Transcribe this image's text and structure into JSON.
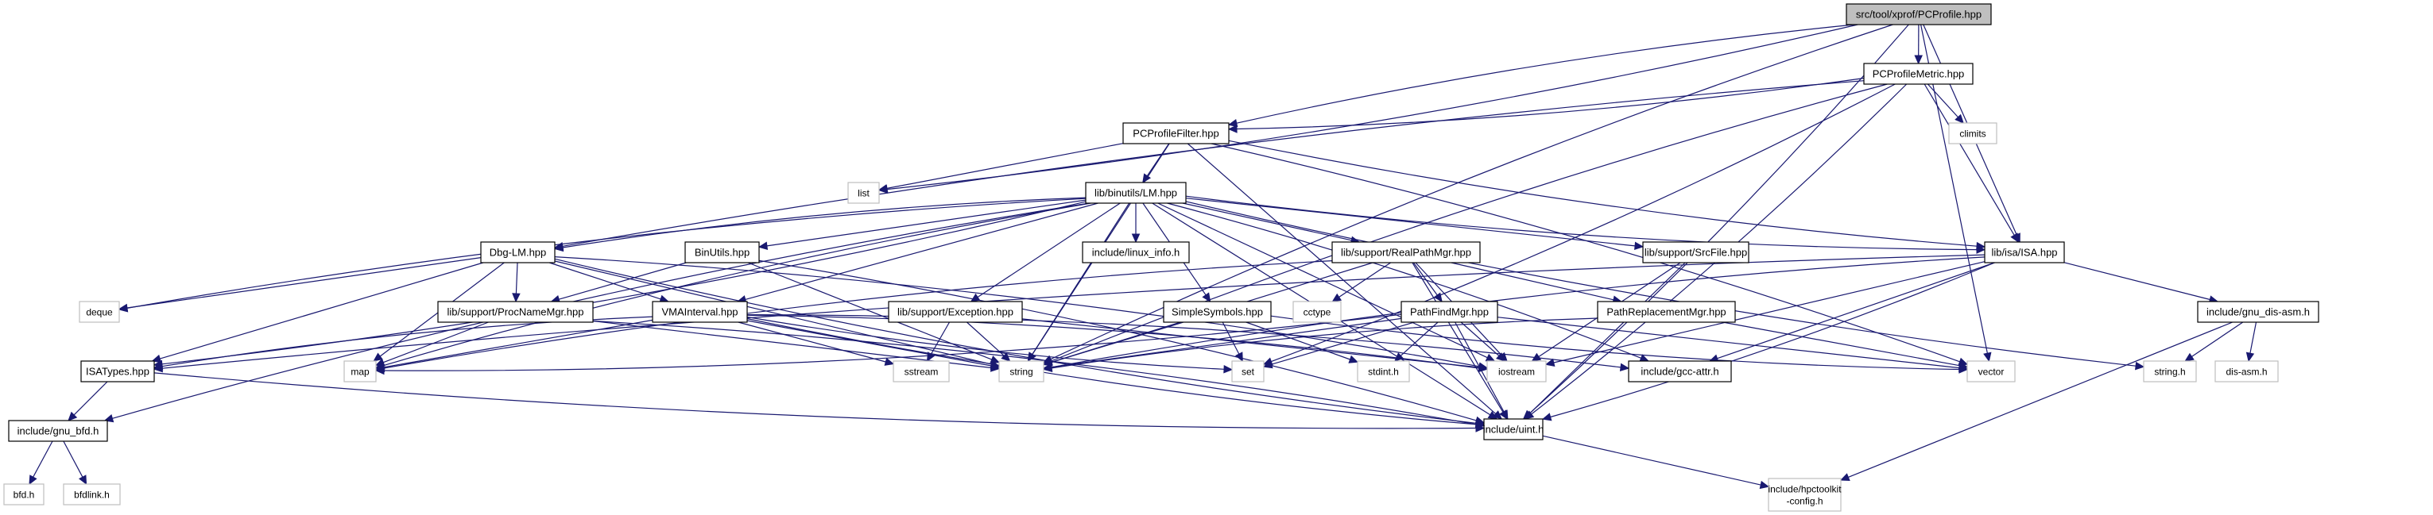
{
  "diagram": {
    "title": "Include dependency graph for src/tool/xprof/PCProfile.hpp",
    "colors": {
      "edge": "#191970",
      "root_fill": "#bfbfbf",
      "local_border": "#000000",
      "system_border": "#bfbfbf"
    },
    "nodes": [
      {
        "id": "pcprofile",
        "label": "src/tool/xprof/PCProfile.hpp",
        "kind": "root"
      },
      {
        "id": "pcprofilemetric",
        "label": "PCProfileMetric.hpp",
        "kind": "local"
      },
      {
        "id": "climits",
        "label": "climits",
        "kind": "system"
      },
      {
        "id": "pcprofilefilter",
        "label": "PCProfileFilter.hpp",
        "kind": "local"
      },
      {
        "id": "list",
        "label": "list",
        "kind": "system"
      },
      {
        "id": "lm",
        "label": "lib/binutils/LM.hpp",
        "kind": "local"
      },
      {
        "id": "dbglm",
        "label": "Dbg-LM.hpp",
        "kind": "local"
      },
      {
        "id": "binutils",
        "label": "BinUtils.hpp",
        "kind": "local"
      },
      {
        "id": "linuxinfo",
        "label": "include/linux_info.h",
        "kind": "local"
      },
      {
        "id": "realpathmgr",
        "label": "lib/support/RealPathMgr.hpp",
        "kind": "local"
      },
      {
        "id": "srcfile",
        "label": "lib/support/SrcFile.hpp",
        "kind": "local"
      },
      {
        "id": "isa",
        "label": "lib/isa/ISA.hpp",
        "kind": "local"
      },
      {
        "id": "deque",
        "label": "deque",
        "kind": "system"
      },
      {
        "id": "procnamemgr",
        "label": "lib/support/ProcNameMgr.hpp",
        "kind": "local"
      },
      {
        "id": "vmainterval",
        "label": "VMAInterval.hpp",
        "kind": "local"
      },
      {
        "id": "exception",
        "label": "lib/support/Exception.hpp",
        "kind": "local"
      },
      {
        "id": "simplesymbols",
        "label": "SimpleSymbols.hpp",
        "kind": "local"
      },
      {
        "id": "cctype",
        "label": "cctype",
        "kind": "system"
      },
      {
        "id": "pathfindmgr",
        "label": "PathFindMgr.hpp",
        "kind": "local"
      },
      {
        "id": "pathreplacementmgr",
        "label": "PathReplacementMgr.hpp",
        "kind": "local"
      },
      {
        "id": "gnudisasm",
        "label": "include/gnu_dis-asm.h",
        "kind": "local"
      },
      {
        "id": "isatypes",
        "label": "ISATypes.hpp",
        "kind": "local"
      },
      {
        "id": "map",
        "label": "map",
        "kind": "system"
      },
      {
        "id": "sstream",
        "label": "sstream",
        "kind": "system"
      },
      {
        "id": "string",
        "label": "string",
        "kind": "system"
      },
      {
        "id": "set",
        "label": "set",
        "kind": "system"
      },
      {
        "id": "stdint",
        "label": "stdint.h",
        "kind": "system"
      },
      {
        "id": "iostream",
        "label": "iostream",
        "kind": "system"
      },
      {
        "id": "gccattr",
        "label": "include/gcc-attr.h",
        "kind": "local"
      },
      {
        "id": "vector",
        "label": "vector",
        "kind": "system"
      },
      {
        "id": "stringh",
        "label": "string.h",
        "kind": "system"
      },
      {
        "id": "disasm",
        "label": "dis-asm.h",
        "kind": "system"
      },
      {
        "id": "gnubfd",
        "label": "include/gnu_bfd.h",
        "kind": "local"
      },
      {
        "id": "uint",
        "label": "include/uint.h",
        "kind": "local"
      },
      {
        "id": "bfd",
        "label": "bfd.h",
        "kind": "system"
      },
      {
        "id": "bfdlink",
        "label": "bfdlink.h",
        "kind": "system"
      },
      {
        "id": "hpctoolkitconfig",
        "label": "include/hpctoolkit\n-config.h",
        "kind": "system"
      }
    ],
    "edges": [
      [
        "pcprofile",
        "pcprofilemetric"
      ],
      [
        "pcprofile",
        "pcprofilefilter"
      ],
      [
        "pcprofile",
        "list"
      ],
      [
        "pcprofile",
        "string"
      ],
      [
        "pcprofile",
        "isa"
      ],
      [
        "pcprofile",
        "vector"
      ],
      [
        "pcprofile",
        "uint"
      ],
      [
        "pcprofilemetric",
        "climits"
      ],
      [
        "pcprofilemetric",
        "pcprofilefilter"
      ],
      [
        "pcprofilemetric",
        "string"
      ],
      [
        "pcprofilemetric",
        "set"
      ],
      [
        "pcprofilemetric",
        "isa"
      ],
      [
        "pcprofilemetric",
        "uint"
      ],
      [
        "pcprofilemetric",
        "dbglm"
      ],
      [
        "pcprofilefilter",
        "list"
      ],
      [
        "pcprofilefilter",
        "lm"
      ],
      [
        "pcprofilefilter",
        "string"
      ],
      [
        "pcprofilefilter",
        "isa"
      ],
      [
        "pcprofilefilter",
        "vector"
      ],
      [
        "pcprofilefilter",
        "uint"
      ],
      [
        "lm",
        "linuxinfo"
      ],
      [
        "lm",
        "dbglm"
      ],
      [
        "lm",
        "binutils"
      ],
      [
        "lm",
        "realpathmgr"
      ],
      [
        "lm",
        "srcfile"
      ],
      [
        "lm",
        "isa"
      ],
      [
        "lm",
        "vmainterval"
      ],
      [
        "lm",
        "exception"
      ],
      [
        "lm",
        "simplesymbols"
      ],
      [
        "lm",
        "deque"
      ],
      [
        "lm",
        "isatypes"
      ],
      [
        "lm",
        "map"
      ],
      [
        "lm",
        "string"
      ],
      [
        "lm",
        "iostream"
      ],
      [
        "lm",
        "gccattr"
      ],
      [
        "lm",
        "gnubfd"
      ],
      [
        "lm",
        "uint"
      ],
      [
        "lm",
        "stringh"
      ],
      [
        "dbglm",
        "deque"
      ],
      [
        "dbglm",
        "map"
      ],
      [
        "dbglm",
        "isatypes"
      ],
      [
        "dbglm",
        "vmainterval"
      ],
      [
        "dbglm",
        "procnamemgr"
      ],
      [
        "dbglm",
        "string"
      ],
      [
        "dbglm",
        "iostream"
      ],
      [
        "dbglm",
        "uint"
      ],
      [
        "binutils",
        "procnamemgr"
      ],
      [
        "binutils",
        "string"
      ],
      [
        "binutils",
        "uint"
      ],
      [
        "realpathmgr",
        "cctype"
      ],
      [
        "realpathmgr",
        "pathfindmgr"
      ],
      [
        "realpathmgr",
        "pathreplacementmgr"
      ],
      [
        "realpathmgr",
        "string"
      ],
      [
        "realpathmgr",
        "map"
      ],
      [
        "realpathmgr",
        "iostream"
      ],
      [
        "realpathmgr",
        "uint"
      ],
      [
        "srcfile",
        "iostream"
      ],
      [
        "srcfile",
        "uint"
      ],
      [
        "isa",
        "gnudisasm"
      ],
      [
        "isa",
        "isatypes"
      ],
      [
        "isa",
        "iostream"
      ],
      [
        "isa",
        "gccattr"
      ],
      [
        "isa",
        "uint"
      ],
      [
        "isa",
        "string"
      ],
      [
        "procnamemgr",
        "map"
      ],
      [
        "procnamemgr",
        "string"
      ],
      [
        "procnamemgr",
        "uint"
      ],
      [
        "vmainterval",
        "isatypes"
      ],
      [
        "vmainterval",
        "map"
      ],
      [
        "vmainterval",
        "set"
      ],
      [
        "vmainterval",
        "sstream"
      ],
      [
        "vmainterval",
        "string"
      ],
      [
        "vmainterval",
        "iostream"
      ],
      [
        "vmainterval",
        "uint"
      ],
      [
        "vmainterval",
        "gccattr"
      ],
      [
        "exception",
        "sstream"
      ],
      [
        "exception",
        "string"
      ],
      [
        "exception",
        "iostream"
      ],
      [
        "simplesymbols",
        "string"
      ],
      [
        "simplesymbols",
        "set"
      ],
      [
        "simplesymbols",
        "stdint"
      ],
      [
        "simplesymbols",
        "vector"
      ],
      [
        "pathfindmgr",
        "set"
      ],
      [
        "pathfindmgr",
        "stdint"
      ],
      [
        "pathfindmgr",
        "iostream"
      ],
      [
        "pathfindmgr",
        "string"
      ],
      [
        "pathfindmgr",
        "map"
      ],
      [
        "pathfindmgr",
        "uint"
      ],
      [
        "pathfindmgr",
        "vector"
      ],
      [
        "pathreplacementmgr",
        "string"
      ],
      [
        "pathreplacementmgr",
        "vector"
      ],
      [
        "gnudisasm",
        "stringh"
      ],
      [
        "gnudisasm",
        "disasm"
      ],
      [
        "gnudisasm",
        "hpctoolkitconfig"
      ],
      [
        "isatypes",
        "gnubfd"
      ],
      [
        "isatypes",
        "uint"
      ],
      [
        "gnubfd",
        "bfd"
      ],
      [
        "gnubfd",
        "bfdlink"
      ],
      [
        "uint",
        "hpctoolkitconfig"
      ]
    ]
  }
}
